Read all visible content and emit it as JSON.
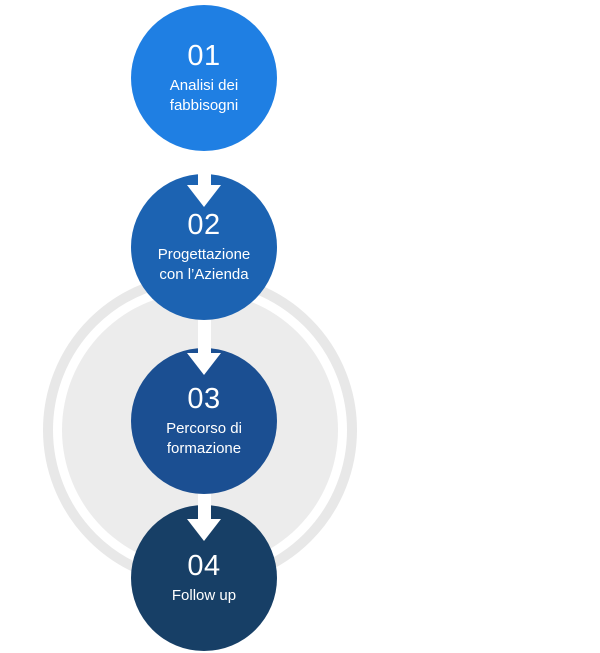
{
  "diagram": {
    "type": "vertical-process-flow",
    "steps": [
      {
        "number": "01",
        "label_line1": "Analisi dei",
        "label_line2": "fabbisogni",
        "color": "#1f7fe3"
      },
      {
        "number": "02",
        "label_line1": "Progettazione",
        "label_line2": "con l’Azienda",
        "color": "#1c63b2"
      },
      {
        "number": "03",
        "label_line1": "Percorso di",
        "label_line2": "formazione",
        "color": "#1b4f92"
      },
      {
        "number": "04",
        "label_line1": "Follow up",
        "label_line2": "",
        "color": "#173f66"
      }
    ],
    "text_color": "#ffffff",
    "arrow_color": "#ffffff",
    "background_ring_color": "#e8e8e8",
    "background_circle_color": "#ececec",
    "page_background": "#ffffff"
  }
}
